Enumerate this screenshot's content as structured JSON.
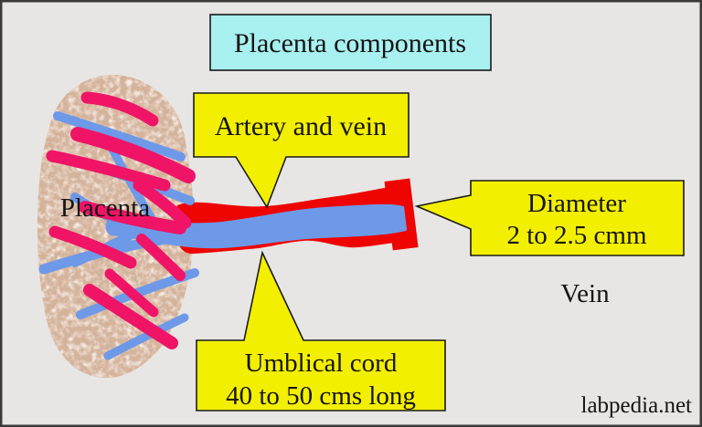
{
  "title": "Placenta components",
  "placenta": {
    "label": "Placenta"
  },
  "callouts": {
    "artery_vein": "Artery and vein",
    "diameter": {
      "line1": "Diameter",
      "line2": "2 to 2.5 cmm"
    },
    "umbilical_cord": {
      "line1": "Umblical cord",
      "line2": "40 to 50 cms long"
    }
  },
  "labels": {
    "vein": "Vein"
  },
  "watermark": "labpedia.net",
  "colors": {
    "background": "#e7e6e4",
    "border": "#3a3a3a",
    "title_box_fill": "#a9f0f0",
    "callout_fill": "#f3ef00",
    "artery_red": "#ee0400",
    "vein_blue": "#6d99e8",
    "vessel_pink": "#f01467",
    "placenta_base": "#f7eee7"
  }
}
